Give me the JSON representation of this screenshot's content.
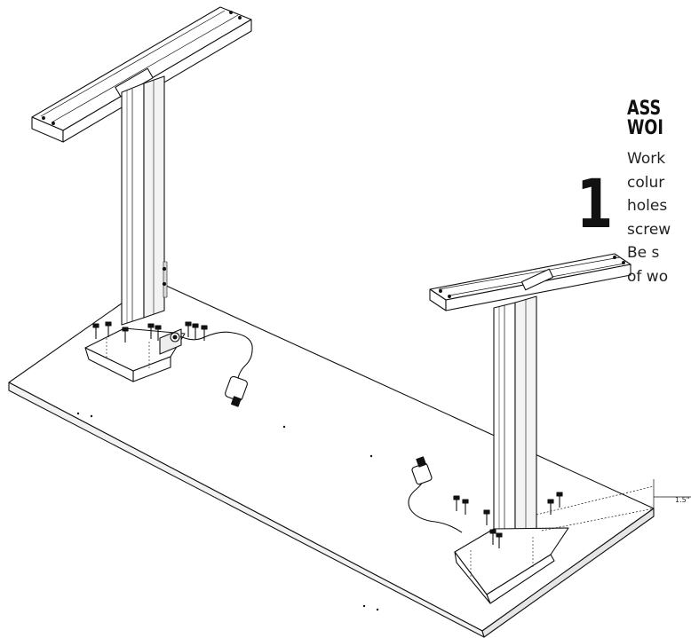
{
  "step": {
    "number": "1",
    "title_lines": [
      "ASS",
      "WOI"
    ],
    "body_lines": [
      "Work",
      "colur",
      "holes",
      "screw",
      "Be s",
      "of wo"
    ]
  },
  "dimension_label": "1.5\""
}
